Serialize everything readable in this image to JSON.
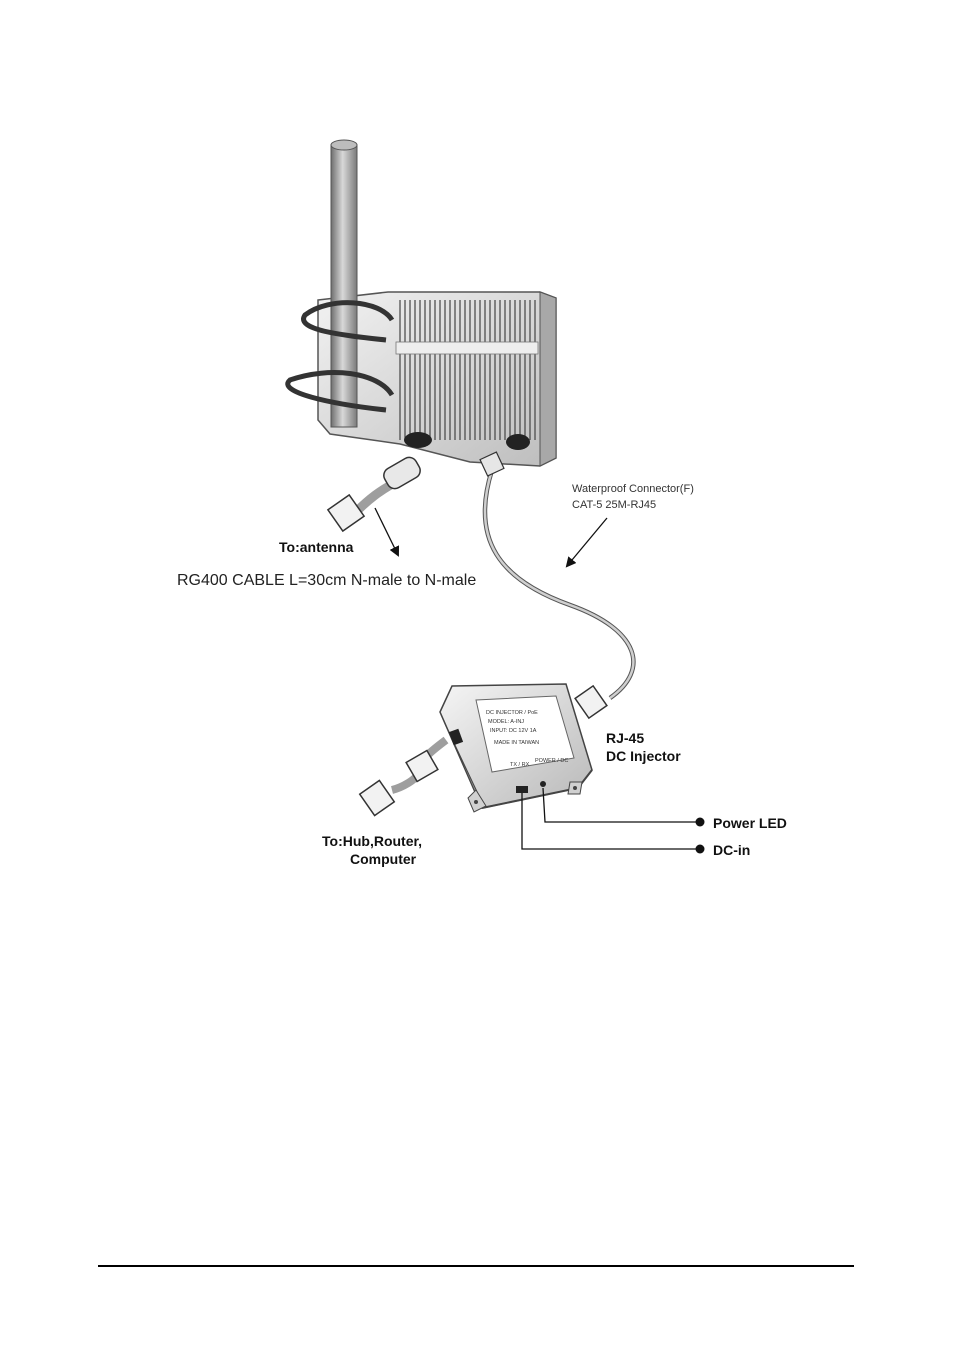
{
  "labels": {
    "to_antenna": "To:antenna",
    "rg400_cable": "RG400 CABLE L=30cm N-male to N-male",
    "waterproof_line1": "Waterproof Connector(F)",
    "waterproof_line2": "CAT-5 25M-RJ45",
    "rj45": "RJ-45",
    "dc_injector": "DC Injector",
    "power_led": "Power LED",
    "dc_in": "DC-in",
    "to_hub_line1": "To:Hub,Router,",
    "to_hub_line2": "Computer"
  },
  "injector_label": {
    "line1": "DC INJECTOR / PoE",
    "line2": "MODEL: A-INJ",
    "line3": "INPUT: DC 12V 1A",
    "line4": "MADE IN TAIWAN",
    "left_port": "TX / RX",
    "right_port": "POWER / DC"
  },
  "colors": {
    "line": "#111111",
    "metal": "#9a9a9a",
    "housing": "#d9d9d9",
    "cable": "#c7c7c7"
  }
}
